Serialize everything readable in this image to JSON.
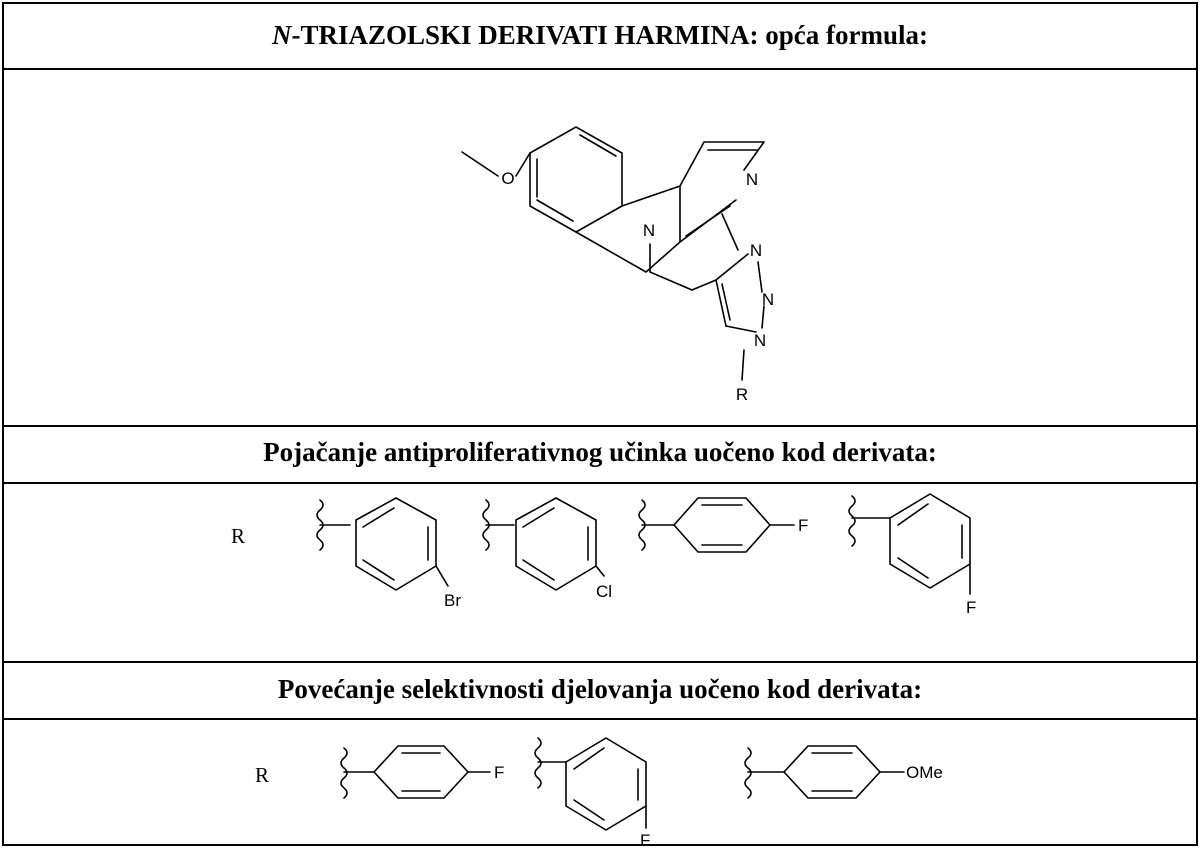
{
  "title": {
    "italic_prefix": "N",
    "rest": "-TRIAZOLSKI DERIVATI HARMINA: opća formula:"
  },
  "section_antiproliferative": {
    "header": "Pojačanje antiproliferativnog učinka uočeno kod derivata:",
    "r_label": "R",
    "substituents": [
      "Br",
      "Cl",
      "F",
      "F"
    ]
  },
  "section_selectivity": {
    "header": "Povećanje selektivnosti djelovanja uočeno kod derivata:",
    "r_label": "R",
    "substituents": [
      "F",
      "F",
      "OMe"
    ]
  },
  "core_structure": {
    "atoms": [
      "O",
      "N",
      "N",
      "N",
      "N",
      "N",
      "R"
    ]
  }
}
